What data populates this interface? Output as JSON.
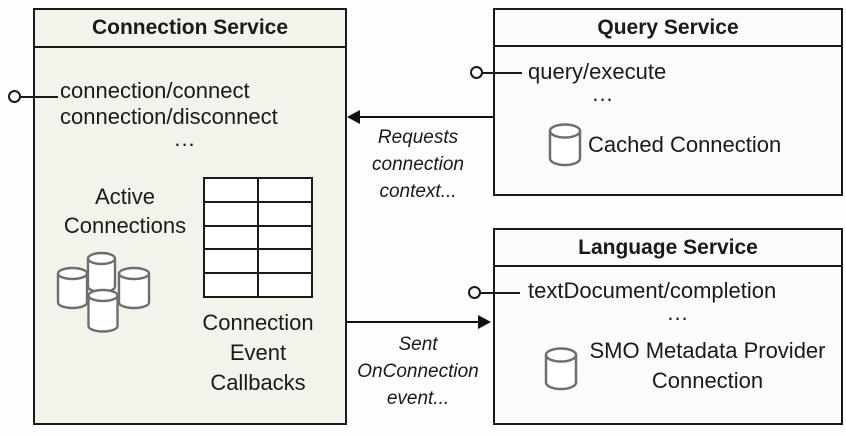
{
  "connection_service": {
    "title": "Connection Service",
    "method_1": "connection/connect",
    "method_2": "connection/disconnect",
    "ellipsis": "...",
    "active_connections_label": "Active Connections",
    "callbacks_label": "Connection Event Callbacks",
    "icons": {
      "cluster": "database-cylinder-cluster",
      "callback_table": "table-grid"
    },
    "callback_table": {
      "rows": 5,
      "cols": 2
    }
  },
  "query_service": {
    "title": "Query Service",
    "method_1": "query/execute",
    "ellipsis": "...",
    "cached_connection_label": "Cached Connection",
    "icons": {
      "cached_connection": "database-cylinder"
    }
  },
  "language_service": {
    "title": "Language Service",
    "method_1": "textDocument/completion",
    "ellipsis": "...",
    "smo_label": "SMO Metadata Provider Connection",
    "icons": {
      "smo_connection": "database-cylinder"
    }
  },
  "arrows": {
    "requests_label": "Requests connection context...",
    "sent_label": "Sent OnConnection event..."
  },
  "colors": {
    "connection_box_fill": "#f2f4eb",
    "service_box_fill": "#fbfbf9",
    "border": "#1a1a1a",
    "icon_stroke": "#6e6e6e",
    "background": "#fdfdfd"
  }
}
